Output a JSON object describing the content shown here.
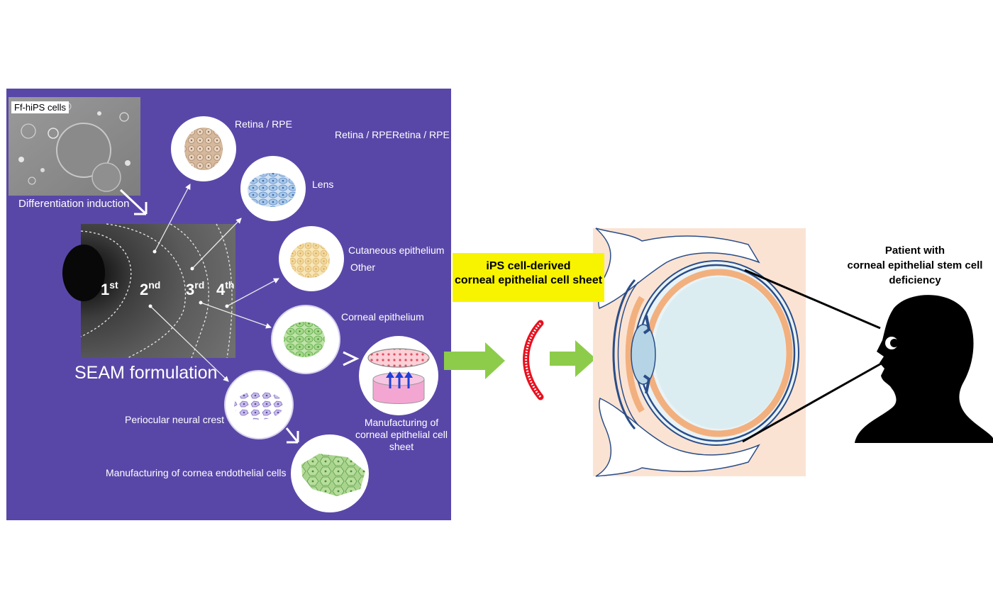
{
  "panel": {
    "ips_image_tag": "Ff-hiPS cells",
    "differentiation_label": "Differentiation induction",
    "seam_label": "SEAM formulation",
    "zones": [
      {
        "base": "1",
        "sup": "st"
      },
      {
        "base": "2",
        "sup": "nd"
      },
      {
        "base": "3",
        "sup": "rd"
      },
      {
        "base": "4",
        "sup": "th"
      }
    ],
    "top_right_text": "Retina / RPERetina / RPE",
    "cell_labels": {
      "retina": "Retina / RPE",
      "lens": "Lens",
      "cutaneous": "Cutaneous epithelium",
      "other": "Other",
      "corneal": "Corneal epithelium",
      "neural_crest": "Periocular neural crest",
      "endothelial": "Manufacturing of cornea endothelial cells",
      "sheet_manufacturing": "Manufacturing of corneal epithelial cell sheet"
    }
  },
  "sheet_box": {
    "line1": "iPS cell-derived",
    "line2": "corneal epithelial cell sheet"
  },
  "patient": {
    "line1": "Patient with",
    "line2": "corneal epithelial stem cell",
    "line3": "deficiency"
  },
  "colors": {
    "panel_bg": "#5947a8",
    "arrow_green": "#8dcc4a",
    "highlight_yellow": "#f8f400",
    "eye_bg": "#fbe3d3",
    "eye_fill": "#dcedf2",
    "eye_stroke": "#2a4d88",
    "eye_orange": "#f2b07e",
    "sheet_red": "#e8101e"
  }
}
